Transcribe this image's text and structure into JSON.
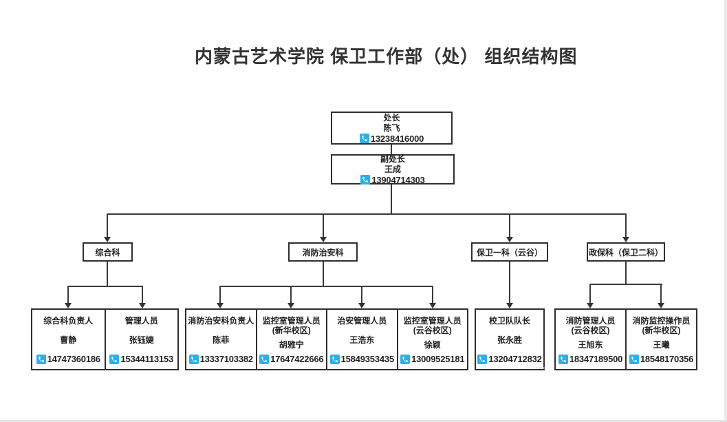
{
  "title": "内蒙古艺术学院 保卫工作部（处）  组织结构图",
  "colors": {
    "accent": "#2bb2e5",
    "line": "#3a3a3a",
    "border": "#2e2e2e"
  },
  "icons": {
    "phone": "phone-icon"
  },
  "root": {
    "role": "处长",
    "name": "陈飞",
    "phone": "13238416000"
  },
  "deputy": {
    "role": "副处长",
    "name": "王成",
    "phone": "13904714303"
  },
  "departments": [
    {
      "label": "综合科"
    },
    {
      "label": "消防治安科"
    },
    {
      "label": "保卫一科（云谷）"
    },
    {
      "label": "政保科（保卫二科）"
    }
  ],
  "leaves": [
    {
      "title": "综合科负责人",
      "subtitle": "",
      "name": "曹静",
      "phone": "14747360186"
    },
    {
      "title": "管理人员",
      "subtitle": "",
      "name": "张钰婕",
      "phone": "15344113153"
    },
    {
      "title": "消防治安科负责人",
      "subtitle": "",
      "name": "陈菲",
      "phone": "13337103382"
    },
    {
      "title": "监控室管理人员",
      "subtitle": "(新华校区)",
      "name": "胡雅宁",
      "phone": "17647422666"
    },
    {
      "title": "治安管理人员",
      "subtitle": "",
      "name": "王浩东",
      "phone": "15849353435"
    },
    {
      "title": "监控室管理人员",
      "subtitle": "(云谷校区)",
      "name": "徐颖",
      "phone": "13009525181"
    },
    {
      "title": "校卫队队长",
      "subtitle": "",
      "name": "张永胜",
      "phone": "13204712832"
    },
    {
      "title": "消防管理人员",
      "subtitle": "(云谷校区)",
      "name": "王旭东",
      "phone": "18347189500"
    },
    {
      "title": "消防监控操作员",
      "subtitle": "(新华校区)",
      "name": "王曦",
      "phone": "18548170356"
    }
  ]
}
